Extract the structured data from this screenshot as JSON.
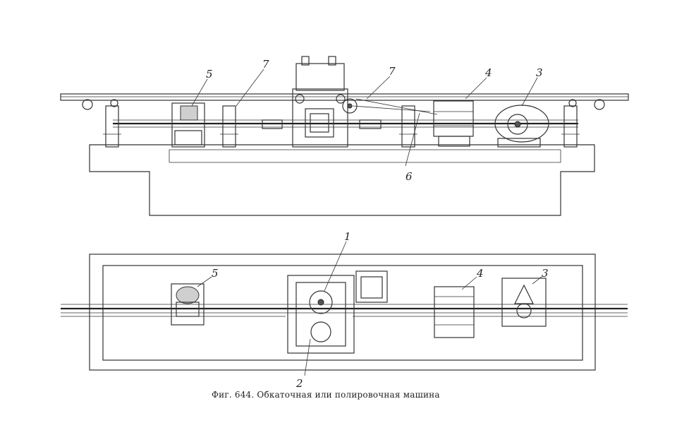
{
  "figure": {
    "caption": "Фиг. 644. Обкаточная или полировочная машина",
    "side_view_callouts": [
      "5",
      "7",
      "7",
      "4",
      "3",
      "6"
    ],
    "plan_view_callouts": [
      "1",
      "2",
      "5",
      "4",
      "3"
    ]
  }
}
